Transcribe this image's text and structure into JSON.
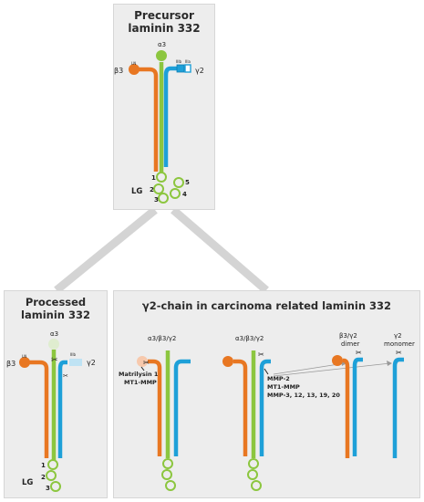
{
  "panels": {
    "precursor": {
      "title_line1": "Precursor",
      "title_line2": "laminin 332"
    },
    "processed": {
      "title_line1": "Processed",
      "title_line2": "laminin 332"
    },
    "carcinoma": {
      "title": "γ2-chain in carcinoma related laminin 332"
    }
  },
  "chain_labels": {
    "alpha3": "α3",
    "beta3": "β3",
    "gamma2": "γ2",
    "beta3_domain": "LN",
    "gamma2_domain_a": "IIIb",
    "gamma2_domain_b": "IIIa",
    "lg": "LG",
    "lg_numbers": [
      "1",
      "2",
      "3",
      "4",
      "5"
    ]
  },
  "carcinoma_forms": {
    "trimer_label_a": "α3/β3/γ2",
    "trimer_label_b": "α3/β3/γ2",
    "dimer_label_line1": "β3/γ2",
    "dimer_label_line2": "dimer",
    "monomer_label_line1": "γ2",
    "monomer_label_line2": "monomer"
  },
  "enzymes": {
    "matrilysin": "Matrilysin 1",
    "mt1mmp_a": "MT1-MMP",
    "mmp2": "MMP-2",
    "mt1mmp_b": "MT1-MMP",
    "mmps": "MMP-3, 12, 13, 19, 20"
  },
  "colors": {
    "alpha3": "#8cc63f",
    "beta3": "#e87722",
    "gamma2": "#1ea0d8",
    "panel": "#ededed",
    "connector": "#d4d4d4"
  }
}
